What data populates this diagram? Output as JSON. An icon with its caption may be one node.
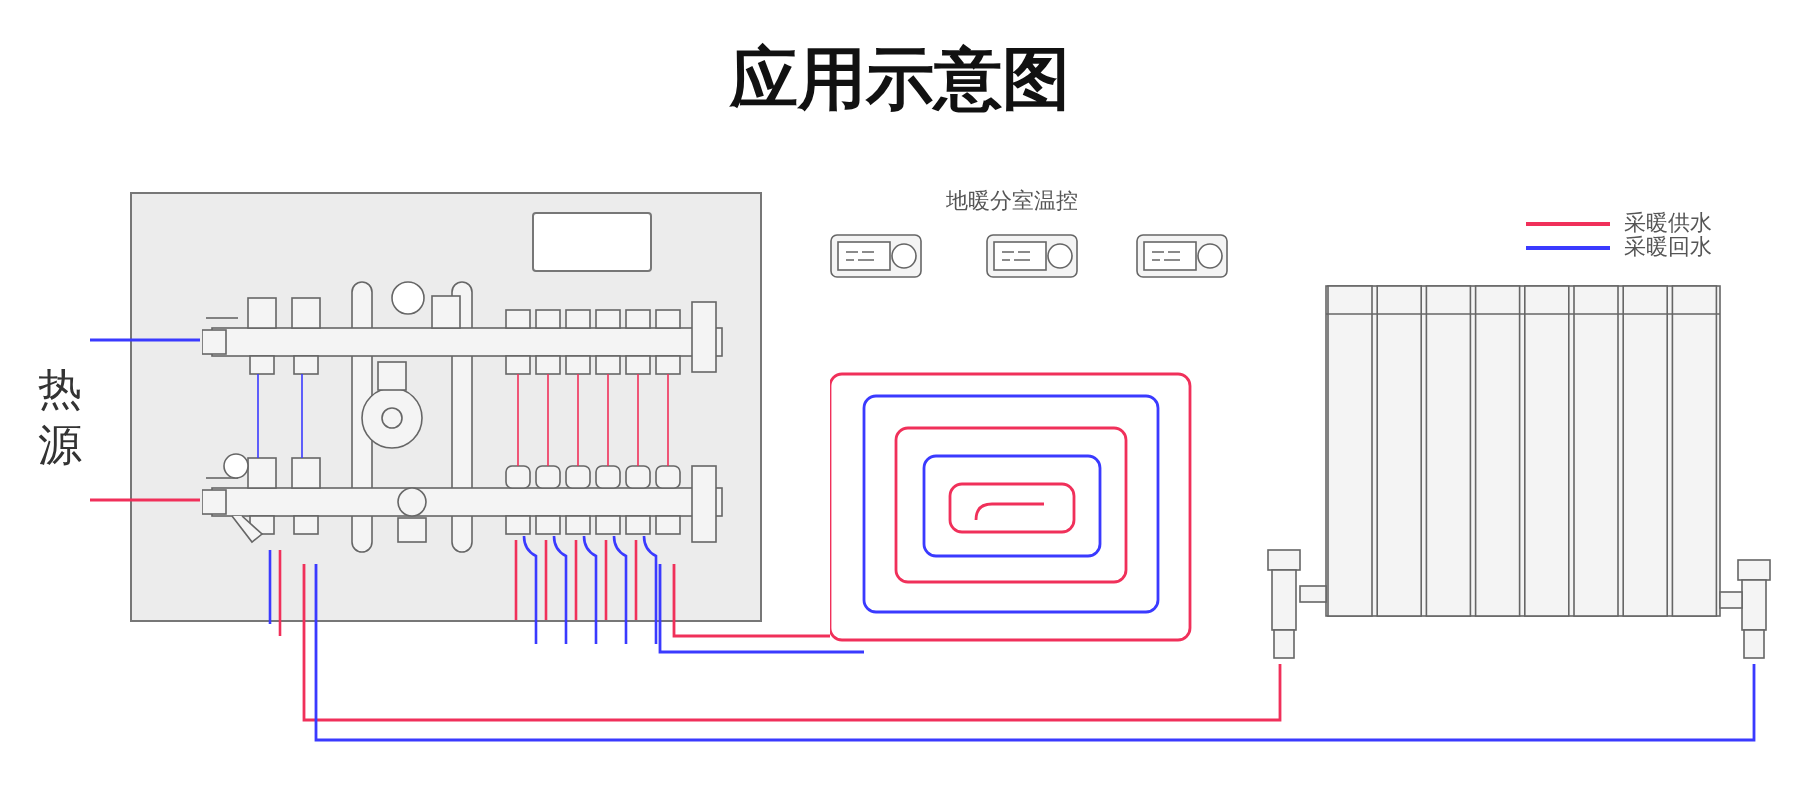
{
  "diagram": {
    "title": "应用示意图",
    "nodes": [
      {
        "text": [
          "热源"
        ]
      },
      {
        "text": [],
        "shape": "box"
      },
      {
        "text": [],
        "shape": "picture",
        "in": 1
      },
      {
        "text": [],
        "shape": "picture"
      },
      {
        "text": [],
        "shape": "picture"
      },
      {
        "text": [],
        "shape": "picture"
      },
      {
        "text": [],
        "shape": "picture"
      },
      {
        "text": [],
        "shape": "picture"
      }
    ],
    "edges": [
      {
        "from": 0,
        "to": 2,
        "arrow": "none",
        "color": "#3a3aff"
      },
      {
        "from": 0,
        "to": 2,
        "arrow": "none",
        "color": "#f0305a"
      },
      {
        "from": 2,
        "to": 3,
        "arrow": "none",
        "color": "#f0305a"
      },
      {
        "from": 2,
        "to": 3,
        "arrow": "none",
        "color": "#3a3aff"
      },
      {
        "from": 2,
        "to": 4,
        "arrow": "none",
        "color": "#f0305a"
      },
      {
        "from": 2,
        "to": 4,
        "arrow": "none",
        "color": "#3a3aff"
      }
    ],
    "labels": [
      "地暖分室温控"
    ],
    "legend": [
      {
        "text": "采暖供水"
      },
      {
        "text": "采暖回水"
      }
    ]
  }
}
